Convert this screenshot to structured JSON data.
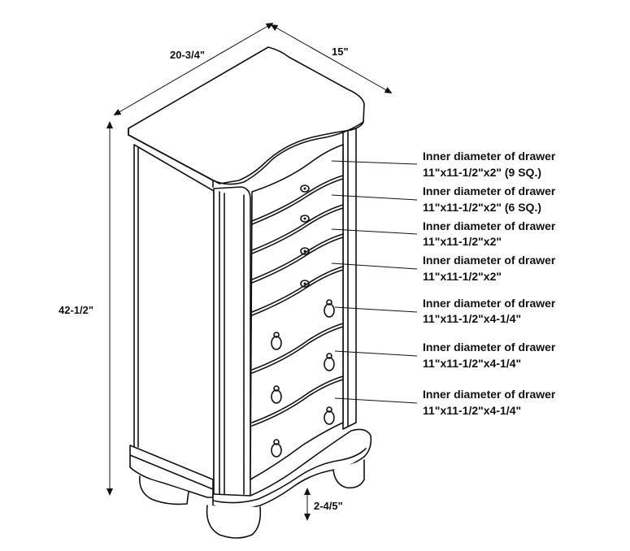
{
  "dimensions": {
    "width": "20-3/4\"",
    "depth": "15\"",
    "height": "42-1/2\"",
    "leg_height": "2-4/5\""
  },
  "drawers": [
    {
      "title": "Inner diameter of drawer",
      "size": "11\"x11-1/2\"x2\" (9 SQ.)"
    },
    {
      "title": "Inner diameter of drawer",
      "size": "11\"x11-1/2\"x2\" (6 SQ.)"
    },
    {
      "title": "Inner diameter of drawer",
      "size": "11\"x11-1/2\"x2\""
    },
    {
      "title": "Inner diameter of drawer",
      "size": "11\"x11-1/2\"x2\""
    },
    {
      "title": "Inner diameter of drawer",
      "size": "11\"x11-1/2\"x4-1/4\""
    },
    {
      "title": "Inner diameter of drawer",
      "size": "11\"x11-1/2\"x4-1/4\""
    },
    {
      "title": "Inner diameter of drawer",
      "size": "11\"x11-1/2\"x4-1/4\""
    }
  ]
}
